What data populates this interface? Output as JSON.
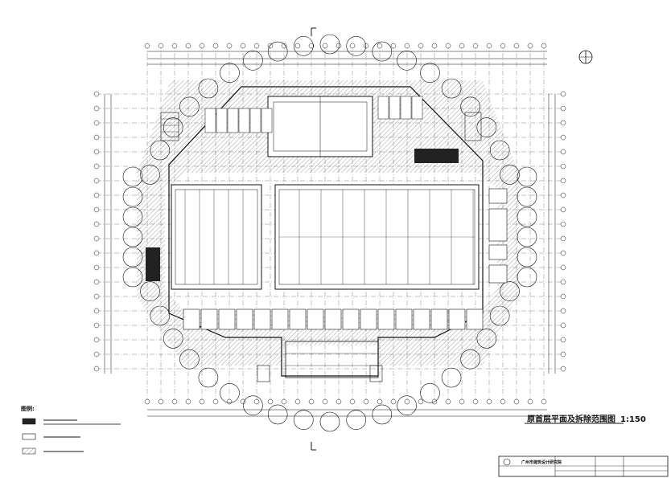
{
  "drawing_title": "原首层平面及拆除范围图",
  "drawing_scale": "1:150",
  "legend": {
    "title": "图例:"
  },
  "title_block": {
    "company": "广州市建筑设计研究院"
  },
  "colors": {
    "line": "#111111",
    "grid": "#333333",
    "hatch": "#555555",
    "background": "#ffffff"
  }
}
